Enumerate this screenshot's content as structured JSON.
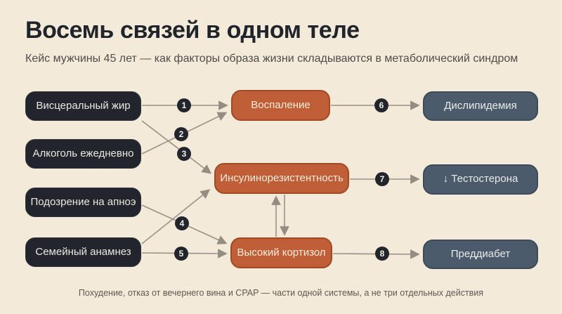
{
  "header": {
    "title": "Восемь связей в одном теле",
    "subtitle": "Кейс мужчины 45 лет — как факторы образа жизни складываются в метаболический синдром"
  },
  "diagram": {
    "causes": [
      {
        "label": "Висцеральный жир"
      },
      {
        "label": "Алкоголь ежедневно"
      },
      {
        "label": "Подозрение на апноэ"
      },
      {
        "label": "Семейный анамнез"
      }
    ],
    "mechanisms": [
      {
        "label": "Воспаление"
      },
      {
        "label": "Инсулинорезистентность"
      },
      {
        "label": "Высокий кортизол"
      }
    ],
    "outcomes": [
      {
        "label": "Дислипидемия"
      },
      {
        "label": "↓ Тестостерона"
      },
      {
        "label": "Преддиабет"
      }
    ],
    "connections": [
      {
        "number": "1",
        "from": "Висцеральный жир",
        "to": "Воспаление"
      },
      {
        "number": "2",
        "from": "Алкоголь ежедневно",
        "to": "Воспаление"
      },
      {
        "number": "3",
        "from": "Висцеральный жир",
        "to": "Инсулинорезистентность"
      },
      {
        "number": "4",
        "from": "Подозрение на апноэ",
        "to": "Высокий кортизол"
      },
      {
        "number": "5",
        "from": "Семейный анамнез",
        "to": "Высокий кортизол"
      },
      {
        "number": "6",
        "from": "Воспаление",
        "to": "Дислипидемия"
      },
      {
        "number": "7",
        "from": "Инсулинорезистентность",
        "to": "↓ Тестостерона"
      },
      {
        "number": "8",
        "from": "Высокий кортизол",
        "to": "Преддиабет"
      },
      {
        "number": "",
        "from": "Семейный анамнез",
        "to": "Инсулинорезистентность"
      },
      {
        "number": "",
        "from": "Высокий кортизол",
        "to": "Инсулинорезистентность"
      },
      {
        "number": "",
        "from": "Инсулинорезистентность",
        "to": "Высокий кортизол"
      }
    ]
  },
  "footer": {
    "note": "Похудение, отказ от вечернего вина и CPAP — части одной системы, а не три отдельных действия"
  },
  "colors": {
    "background": "#f4ead9",
    "cause_node": "#22262c",
    "mechanism_node": "#c05e37",
    "outcome_node": "#4b5b6b",
    "connector": "#9a9286",
    "title_text": "#20242b"
  }
}
